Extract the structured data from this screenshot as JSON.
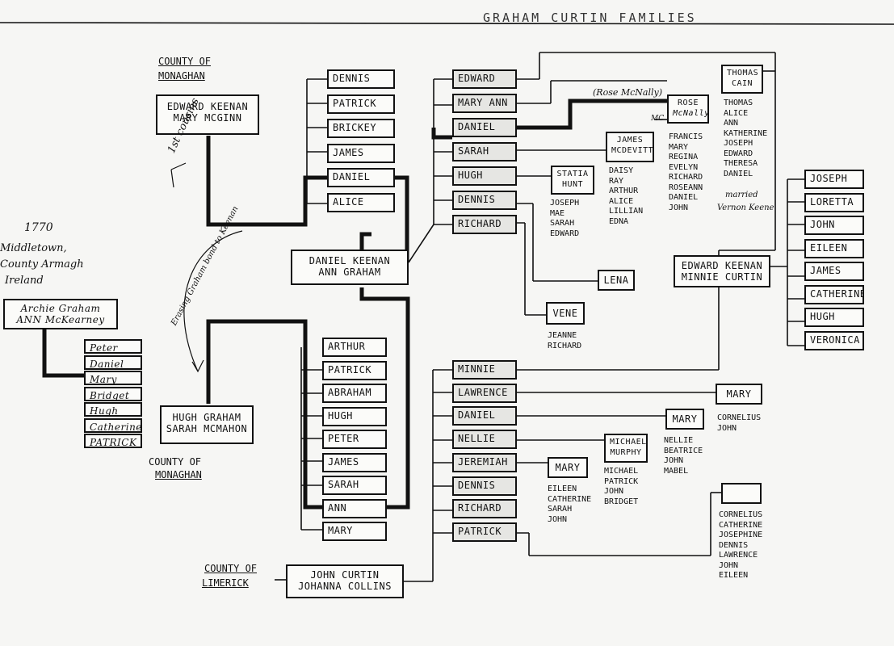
{
  "header": {
    "title_fragment": "GRAHAM CURTIN FAMILIES"
  },
  "places": {
    "county_monaghan_top": [
      "COUNTY OF",
      "MONAGHAN"
    ],
    "county_monaghan_bottom": [
      "COUNTY OF",
      "MONAGHAN"
    ],
    "county_limerick": [
      "COUNTY OF",
      "LIMERICK"
    ],
    "origin": [
      "1770",
      "Middletown,",
      "County Armagh",
      "Ireland"
    ]
  },
  "couples": {
    "keenan_mcginn": [
      "EDWARD KEENAN",
      "MARY McGINN"
    ],
    "graham_mckearney": [
      "Archie Graham",
      "ANN McKearney"
    ],
    "hugh_graham": [
      "HUGH GRAHAM",
      "SARAH McMAHON"
    ],
    "daniel_keenan": [
      "DANIEL KEENAN",
      "ANN GRAHAM"
    ],
    "edward_curtin": [
      "EDWARD KEENAN",
      "MINNIE CURTIN"
    ],
    "john_curtin": [
      "JOHN CURTIN",
      "JOHANNA COLLINS"
    ],
    "james_mcdevitt": [
      "JAMES",
      "McDEVITT"
    ],
    "statia_hunt": [
      "STATIA",
      "HUNT"
    ],
    "thomas_cain": [
      "THOMAS",
      "CAIN"
    ],
    "rose": [
      "ROSE",
      "McNally"
    ],
    "michael_murphy": [
      "MICHAEL",
      "MURPHY"
    ]
  },
  "children": {
    "keenan_mcginn": [
      "DENNIS",
      "PATRICK",
      "BRICKEY",
      "JAMES",
      "DANIEL",
      "ALICE"
    ],
    "graham_mckearney": [
      "Peter",
      "Daniel",
      "Mary",
      "Bridget",
      "Hugh",
      "Catherine",
      "PATRICK"
    ],
    "hugh_graham": [
      "ARTHUR",
      "PATRICK",
      "ABRAHAM",
      "HUGH",
      "PETER",
      "JAMES",
      "SARAH",
      "ANN",
      "MARY"
    ],
    "daniel_keenan": [
      "EDWARD",
      "MARY ANN",
      "DANIEL",
      "SARAH",
      "HUGH",
      "DENNIS",
      "RICHARD"
    ],
    "edward_curtin": [
      "JOSEPH",
      "LORETTA",
      "JOHN",
      "EILEEN",
      "JAMES",
      "CATHERINE",
      "HUGH",
      "VERONICA"
    ],
    "john_curtin": [
      "MINNIE",
      "LAWRENCE",
      "DANIEL",
      "NELLIE",
      "JEREMIAH",
      "DENNIS",
      "RICHARD",
      "PATRICK"
    ]
  },
  "spouses": {
    "lena": "LENA",
    "vene": "VENE",
    "mary_a": "MARY",
    "mary_b": "MARY",
    "mary_c": "MARY",
    "empty": ""
  },
  "lists": {
    "thomas_cain_kids": [
      "THOMAS",
      "ALICE",
      "ANN",
      "KATHERINE",
      "JOSEPH",
      "EDWARD",
      "THERESA",
      "DANIEL"
    ],
    "rose_kids": [
      "FRANCIS",
      "MARY",
      "REGINA",
      "EVELYN",
      "RICHARD",
      "ROSEANN",
      "DANIEL",
      "JOHN"
    ],
    "mcdevitt_kids": [
      "DAISY",
      "RAY",
      "ARTHUR",
      "ALICE",
      "LILLIAN",
      "EDNA"
    ],
    "hunt_kids": [
      "JOSEPH",
      "MAE",
      "SARAH",
      "EDWARD"
    ],
    "vene_kids": [
      "JEANNE",
      "RICHARD"
    ],
    "lawrence_kids": [
      "CORNELIUS",
      "JOHN"
    ],
    "daniel_kids": [
      "NELLIE",
      "BEATRICE",
      "JOHN",
      "MABEL"
    ],
    "murphy_kids": [
      "MICHAEL",
      "PATRICK",
      "JOHN",
      "BRIDGET"
    ],
    "jeremiah_kids": [
      "EILEEN",
      "CATHERINE",
      "SARAH",
      "JOHN"
    ],
    "patrick_kids": [
      "CORNELIUS",
      "CATHERINE",
      "JOSEPHINE",
      "DENNIS",
      "LAWRENCE",
      "JOHN",
      "EILEEN"
    ]
  },
  "notes": {
    "rose_mcnally": "(Rose McNally)",
    "mc": "MC",
    "married": "married",
    "vernon_keene": "Vernon Keene",
    "cousins": "1st cousins",
    "sidebar_note": "Erasing Graham bond to Keenan"
  }
}
